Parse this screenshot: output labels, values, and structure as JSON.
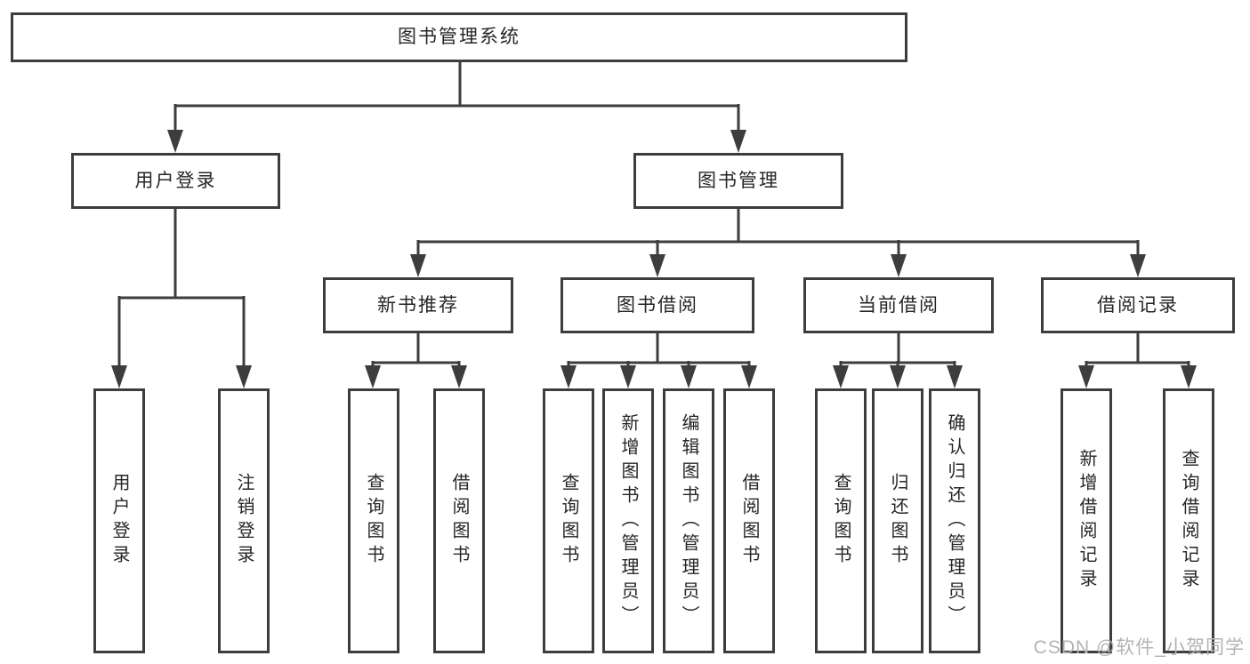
{
  "root": {
    "label": "图书管理系统"
  },
  "branches": [
    {
      "label": "用户登录",
      "children": [
        {
          "label": "用户登录"
        },
        {
          "label": "注销登录"
        }
      ]
    },
    {
      "label": "图书管理",
      "children": [
        {
          "label": "新书推荐",
          "children": [
            {
              "label": "查询图书"
            },
            {
              "label": "借阅图书"
            }
          ]
        },
        {
          "label": "图书借阅",
          "children": [
            {
              "label": "查询图书"
            },
            {
              "label": "新增图书（管理员）"
            },
            {
              "label": "编辑图书（管理员）"
            },
            {
              "label": "借阅图书"
            }
          ]
        },
        {
          "label": "当前借阅",
          "children": [
            {
              "label": "查询图书"
            },
            {
              "label": "归还图书"
            },
            {
              "label": "确认归还（管理员）"
            }
          ]
        },
        {
          "label": "借阅记录",
          "children": [
            {
              "label": "新增借阅记录"
            },
            {
              "label": "查询借阅记录"
            }
          ]
        }
      ]
    }
  ],
  "watermark": "CSDN @软件_小贺同学",
  "colors": {
    "line": "#3d3d3d",
    "text": "#262626",
    "watermark": "#b3b3b3",
    "background": "#ffffff"
  }
}
